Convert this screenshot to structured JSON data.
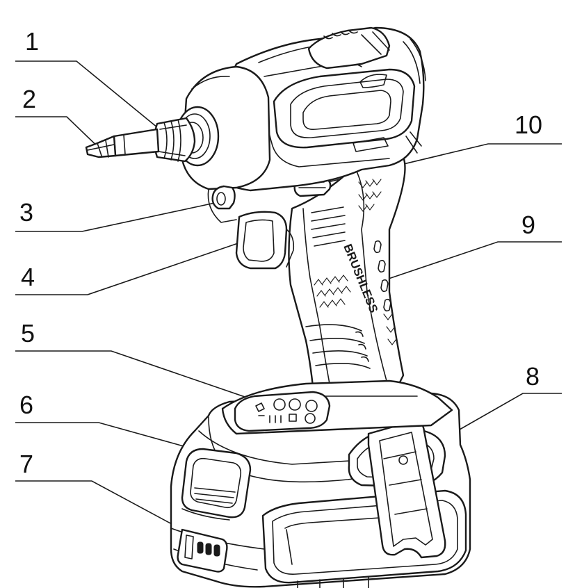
{
  "diagram": {
    "callouts": [
      {
        "id": "1",
        "label": "1"
      },
      {
        "id": "2",
        "label": "2"
      },
      {
        "id": "3",
        "label": "3"
      },
      {
        "id": "4",
        "label": "4"
      },
      {
        "id": "5",
        "label": "5"
      },
      {
        "id": "6",
        "label": "6"
      },
      {
        "id": "7",
        "label": "7"
      },
      {
        "id": "8",
        "label": "8"
      },
      {
        "id": "9",
        "label": "9"
      },
      {
        "id": "10",
        "label": "10"
      }
    ],
    "handle_text": "BRUSHLESS",
    "colors": {
      "line": "#1a1a1a",
      "background": "#ffffff"
    }
  }
}
